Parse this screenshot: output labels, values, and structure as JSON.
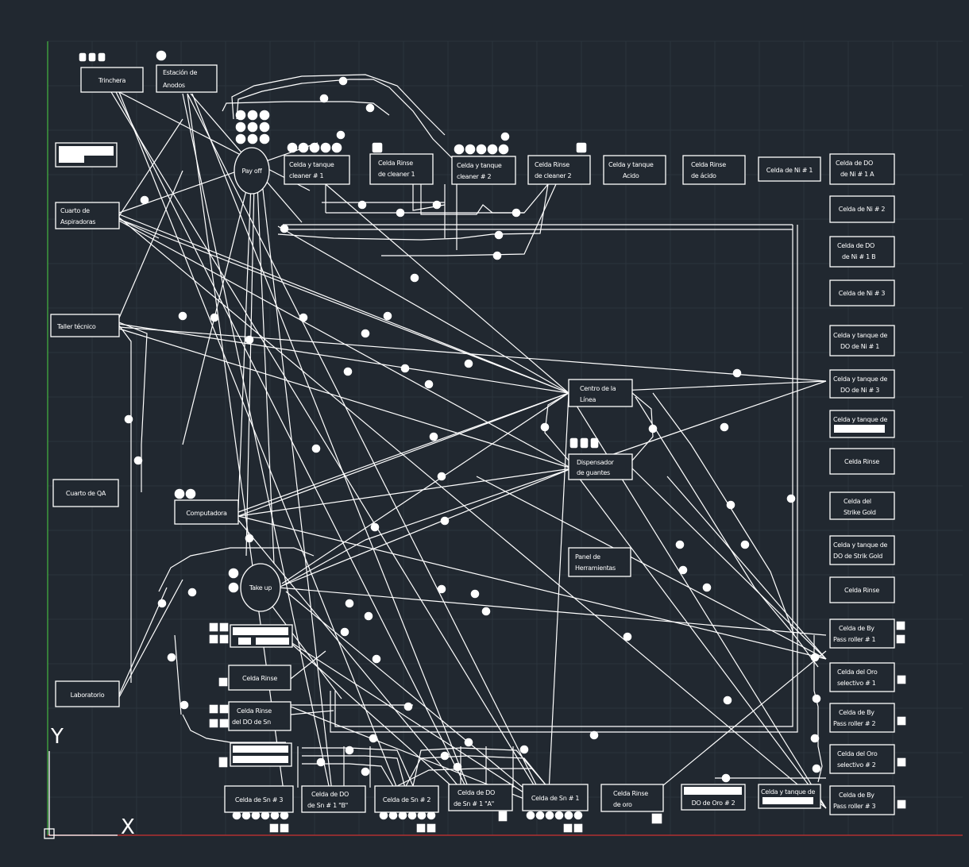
{
  "drawing": {
    "nodes": {
      "trinchera": [
        "Trinchera"
      ],
      "anodos": [
        "Estación de",
        "Anodos"
      ],
      "cuarto_aspiradoras": [
        "Cuarto de",
        "Aspiradoras"
      ],
      "taller_tecnico": [
        "Taller técnico"
      ],
      "cuarto_qa": [
        "Cuarto de QA"
      ],
      "laboratorio": [
        "Laboratorio"
      ],
      "computadora": [
        "Computadora"
      ],
      "pay_off": [
        "Pay off"
      ],
      "take_up": [
        "Take up"
      ],
      "cleaner1_tank": [
        "Celda y tanque",
        "cleaner # 1"
      ],
      "cleaner1_rinse": [
        "Celda Rinse",
        "de cleaner 1"
      ],
      "cleaner2_tank": [
        "Celda y tanque",
        "cleaner # 2"
      ],
      "cleaner2_rinse": [
        "Celda Rinse",
        "de cleaner 2"
      ],
      "acido_tank": [
        "Celda y tanque",
        "Acido"
      ],
      "acido_rinse": [
        "Celda Rinse",
        "de ácido"
      ],
      "ni1": [
        "Celda de Ni # 1"
      ],
      "do_ni1a": [
        "Celda de DO",
        "de Ni # 1 A"
      ],
      "ni2": [
        "Celda de Ni # 2"
      ],
      "do_ni1b": [
        "Celda de DO",
        "de Ni # 1 B"
      ],
      "ni3": [
        "Celda de Ni # 3"
      ],
      "do_ni1_tank": [
        "Celda y tanque de",
        "DO de Ni # 1"
      ],
      "do_ni3_tank": [
        "Celda y tanque de",
        "DO de Ni # 3"
      ],
      "tank_blank": [
        "Celda y tanque de"
      ],
      "rinse_right1": [
        "Celda Rinse"
      ],
      "strike_gold": [
        "Celda del",
        "Strike Gold"
      ],
      "do_strike_gold": [
        "Celda y tanque de",
        "DO de Strik Gold"
      ],
      "rinse_right2": [
        "Celda Rinse"
      ],
      "by_pass1": [
        "Celda de By",
        "Pass roller # 1"
      ],
      "oro_sel1": [
        "Celda del Oro",
        "selectivo # 1"
      ],
      "by_pass2": [
        "Celda de By",
        "Pass roller # 2"
      ],
      "oro_sel2": [
        "Celda del Oro",
        "selectivo # 2"
      ],
      "by_pass3": [
        "Celda de By",
        "Pass roller # 3"
      ],
      "centro_linea": [
        "Centro de la",
        "Línea"
      ],
      "dispensador": [
        "Dispensador",
        "de guantes"
      ],
      "panel_herramientas": [
        "Panel de",
        "Herramientas"
      ],
      "celda_rinse_left": [
        "Celda Rinse"
      ],
      "rinse_do_sn": [
        "Celda Rinse",
        "del DO de Sn"
      ],
      "sn3": [
        "Celda de Sn # 3"
      ],
      "do_sn1b": [
        "Celda de DO",
        "de Sn # 1 \"B\""
      ],
      "sn2": [
        "Celda de Sn # 2"
      ],
      "do_sn1a": [
        "Celda de DO",
        "de Sn # 1 \"A\""
      ],
      "sn1": [
        "Celda de Sn # 1"
      ],
      "rinse_oro": [
        "Celda Rinse",
        "de oro"
      ],
      "do_oro2": [
        "DO de Oro # 2"
      ],
      "tank_bottom": [
        "Celda y tanque de"
      ]
    },
    "colors": {
      "background": "#212830",
      "lines": "#ffffff",
      "grid": "#2c343d",
      "y_axis": "#3fa33f",
      "x_axis": "#b03030"
    },
    "axes": {
      "x_label": "X",
      "y_label": "Y"
    }
  }
}
